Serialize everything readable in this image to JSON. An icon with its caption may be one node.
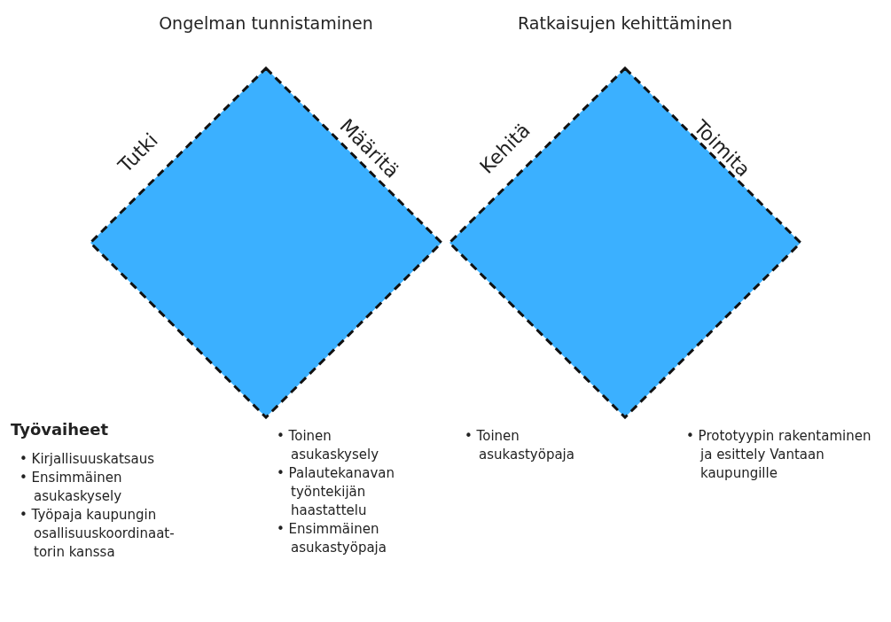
{
  "diagram": {
    "nodes": [
      {
        "text": [
          "Ongelman tunnistaminen",
          "Tutki",
          "Määritä"
        ]
      },
      {
        "text": [
          "Ratkaisujen kehittäminen",
          "Kehitä",
          "Toimita"
        ]
      }
    ],
    "labels": [
      "Työvaiheet",
      "• Kirjallisuuskatsaus",
      "• Ensimmäinen asukaskysely",
      "• Työpaja kaupungin osallisuuskoordinaat-torin kanssa",
      "• Toinen asukaskysely",
      "• Palautekanavan työntekijän haastattelu",
      "• Ensimmäinen asukastyöpaja",
      "• Toinen asukastyöpaja",
      "• Prototyypin rakentaminen ja esittely Vantaan kaupungille"
    ]
  }
}
